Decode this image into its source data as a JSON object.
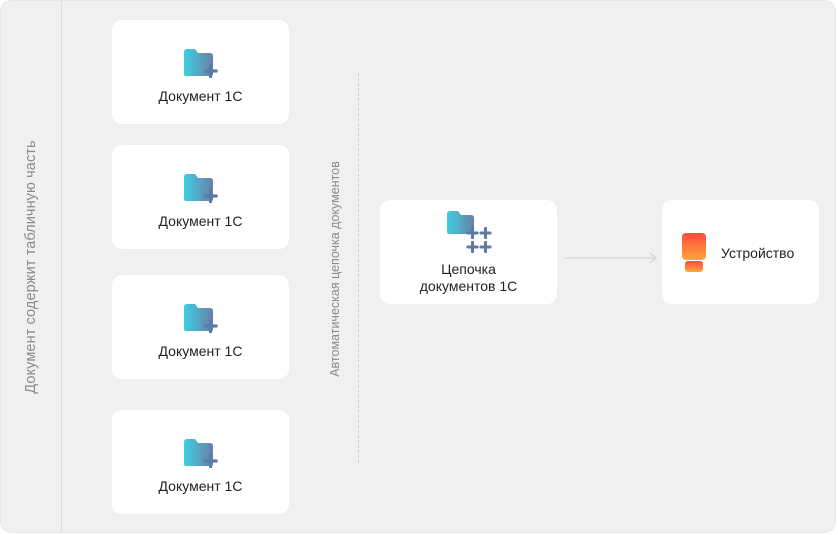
{
  "left_label": "Документ содержит табличную часть",
  "chain_label": "Автоматическая цепочка документов",
  "documents": [
    {
      "label": "Документ 1С"
    },
    {
      "label": "Документ 1С"
    },
    {
      "label": "Документ 1С"
    },
    {
      "label": "Документ 1С"
    }
  ],
  "chain_node": {
    "line1": "Цепочка",
    "line2": "документов 1С"
  },
  "device_node": {
    "label": "Устройство"
  },
  "icons": {
    "document": "folder-plus-icon",
    "chain": "folder-multi-plus-icon",
    "device": "device-icon"
  },
  "colors": {
    "folder_light": "#3ecfe0",
    "folder_dark": "#6a7fa8",
    "plus": "#5b7aa6",
    "device_top": "#ff4a3d",
    "device_bottom": "#ffa63a"
  }
}
